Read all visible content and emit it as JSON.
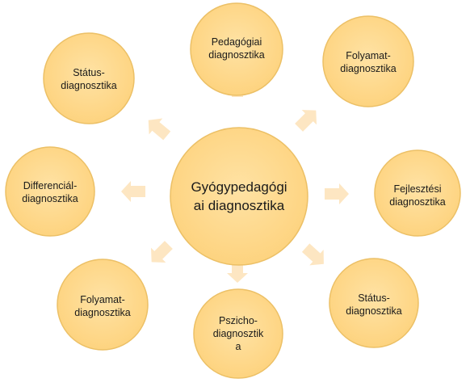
{
  "colors": {
    "node_fill": "#ffd582",
    "node_stroke": "#ecc066",
    "arrow_fill": "#fde6c2"
  },
  "center": {
    "line1": "Gyógypedagógi",
    "line2": "ai diagnosztika"
  },
  "nodes": {
    "top": {
      "line1": "Pedagógiai",
      "line2": "diagnosztika"
    },
    "top_right": {
      "line1": "Folyamat-",
      "line2": "diagnosztika"
    },
    "right": {
      "line1": "Fejlesztési",
      "line2": "diagnosztika"
    },
    "bottom_right": {
      "line1": "Státus-",
      "line2": "diagnosztika"
    },
    "bottom": {
      "line1": "Pszicho-",
      "line2": "diagnosztik",
      "line3": "a"
    },
    "bottom_left": {
      "line1": "Folyamat-",
      "line2": "diagnosztika"
    },
    "left": {
      "line1": "Differenciál-",
      "line2": "diagnosztika"
    },
    "top_left": {
      "line1": "Státus-",
      "line2": "diagnosztika"
    }
  }
}
